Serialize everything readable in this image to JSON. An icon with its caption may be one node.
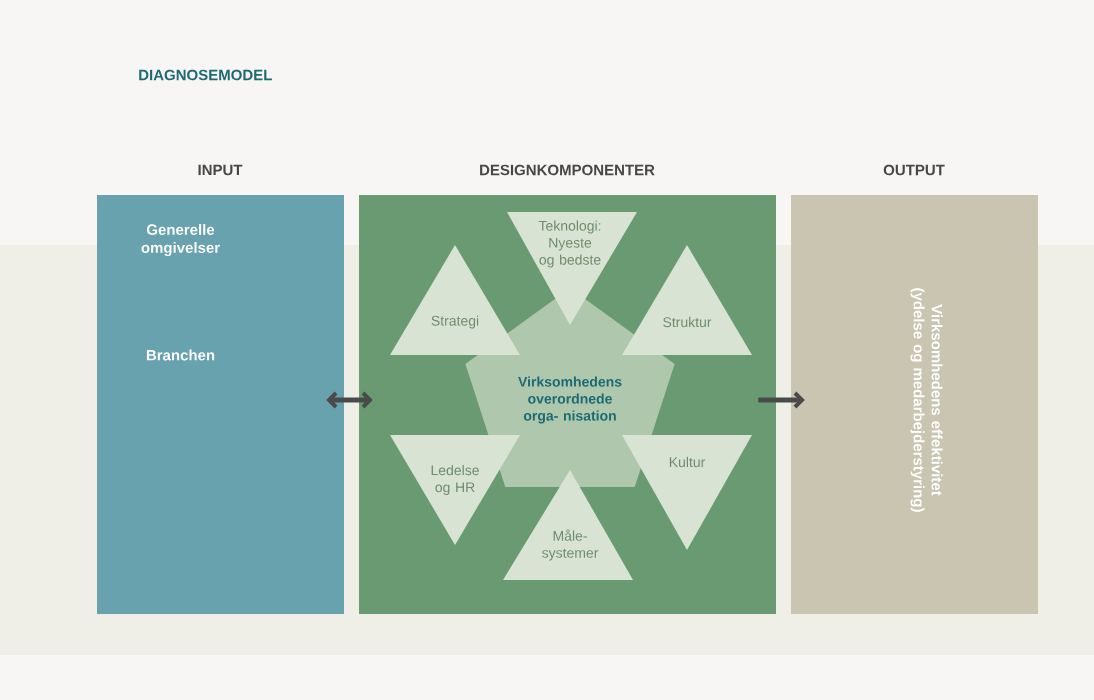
{
  "diagram": {
    "title": "DIAGNOSEMODEL",
    "nodes": [
      {
        "text": [
          "INPUT",
          "Generelle omgivelser",
          "Branchen"
        ]
      },
      {
        "text": [
          "DESIGNKOMPONENTER"
        ]
      },
      {
        "text": [
          "Teknologi: Nyeste og bedste"
        ],
        "in": 1
      },
      {
        "text": [
          "Strategi"
        ],
        "in": 1
      },
      {
        "text": [
          "Struktur"
        ],
        "in": 1
      },
      {
        "text": [
          "Virksomhedens overordnede orga- nisation"
        ],
        "in": 1
      },
      {
        "text": [
          "Ledelse og HR"
        ],
        "in": 1
      },
      {
        "text": [
          "Kultur"
        ],
        "in": 1
      },
      {
        "text": [
          "Måle- systemer"
        ],
        "in": 1
      },
      {
        "text": [
          "OUTPUT",
          "Virksomhedens effektivitet (ydelse og medarbejderstyring)"
        ]
      }
    ],
    "edges": [
      {
        "from": 0,
        "to": 1,
        "arrow": "both"
      },
      {
        "from": 1,
        "to": 9,
        "arrow": "to"
      }
    ]
  }
}
